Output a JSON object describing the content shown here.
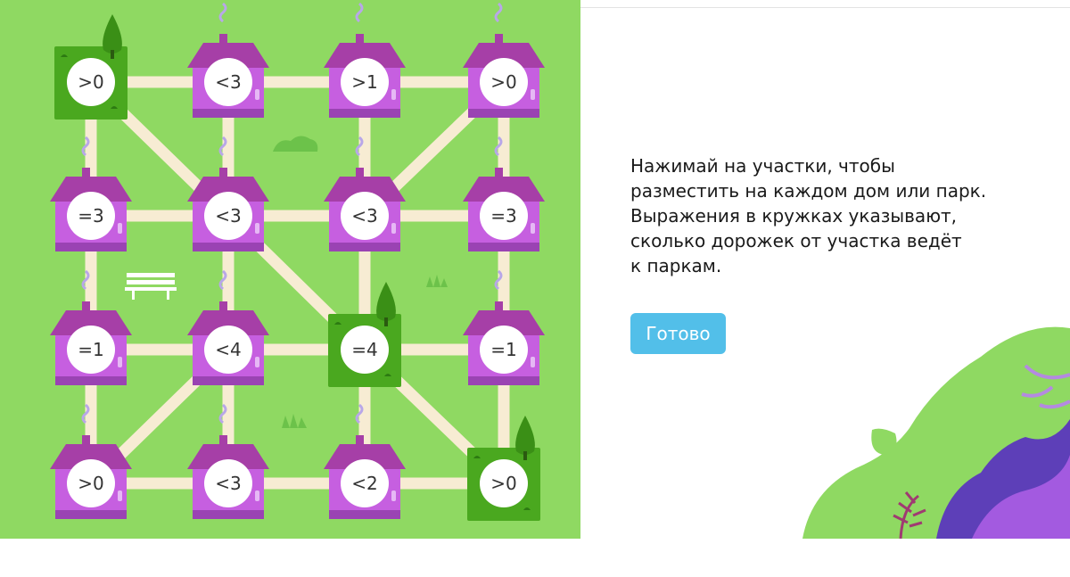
{
  "instruction": {
    "lines": [
      "Нажимай на участки, чтобы",
      "разместить на каждом дом или парк.",
      "Выражения в кружках указывают,",
      "сколько дорожек от участка ведёт",
      "к паркам."
    ]
  },
  "done_button": "Готово",
  "colors": {
    "board_bg": "#8fd962",
    "path": "#f7ecd3",
    "house_wall": "#c65fe0",
    "house_roof": "#a63fa7",
    "park": "#4aa81f",
    "button": "#52bfe9"
  },
  "grid": [
    [
      {
        "label": ">0",
        "type": "park"
      },
      {
        "label": "<3",
        "type": "house"
      },
      {
        "label": ">1",
        "type": "house"
      },
      {
        "label": ">0",
        "type": "house"
      }
    ],
    [
      {
        "label": "=3",
        "type": "house"
      },
      {
        "label": "<3",
        "type": "house"
      },
      {
        "label": "<3",
        "type": "house"
      },
      {
        "label": "=3",
        "type": "house"
      }
    ],
    [
      {
        "label": "=1",
        "type": "house"
      },
      {
        "label": "<4",
        "type": "house"
      },
      {
        "label": "=4",
        "type": "park"
      },
      {
        "label": "=1",
        "type": "house"
      }
    ],
    [
      {
        "label": ">0",
        "type": "house"
      },
      {
        "label": "<3",
        "type": "house"
      },
      {
        "label": "<2",
        "type": "house"
      },
      {
        "label": ">0",
        "type": "park"
      }
    ]
  ]
}
